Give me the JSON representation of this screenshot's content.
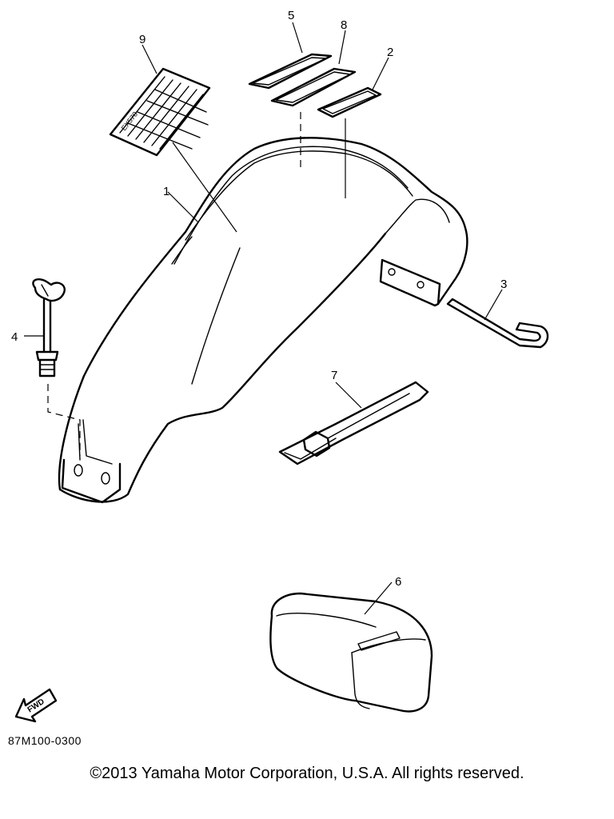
{
  "callouts": {
    "c1": "1",
    "c2": "2",
    "c3": "3",
    "c4": "4",
    "c5": "5",
    "c6": "6",
    "c7": "7",
    "c8": "8",
    "c9": "9"
  },
  "decal_text": "EX570",
  "fwd_label": "FWD",
  "diagram_code": "87M100-0300",
  "copyright": "©2013 Yamaha Motor Corporation, U.S.A. All rights reserved."
}
